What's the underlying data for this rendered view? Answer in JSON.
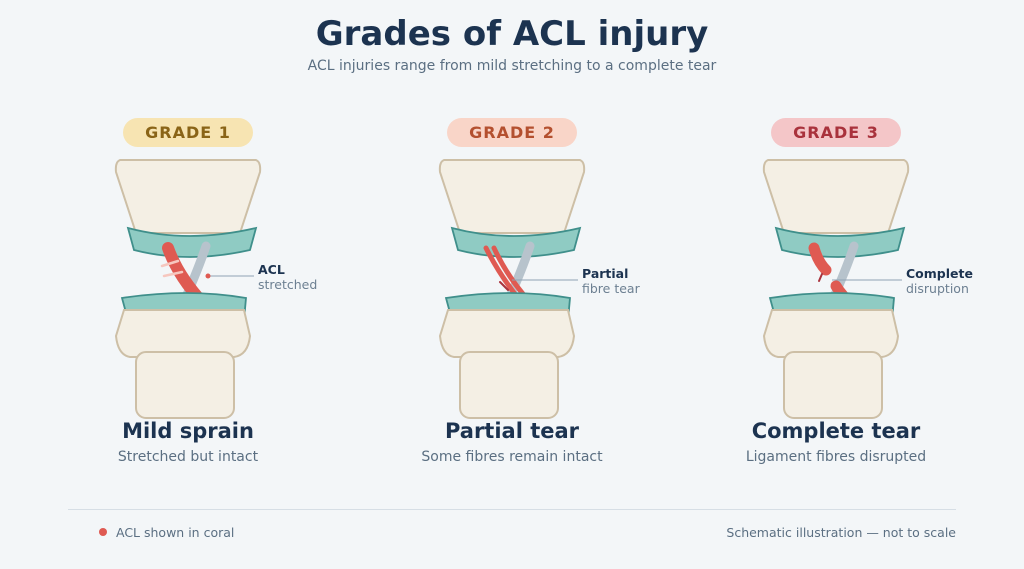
{
  "title": "Grades of ACL injury",
  "subtitle": "ACL injuries range from mild stretching to a complete tear",
  "colors": {
    "acl": "#df5a52",
    "meniscus": "#7fc5bd",
    "bone": "#f3ede1",
    "pcl": "#b7c3cc",
    "heading": "#1c3350"
  },
  "grades": [
    {
      "badge": "GRADE 1",
      "badge_bg": "#f7e4b2",
      "badge_color": "#8a6417",
      "callout_title": "ACL",
      "callout_sub": "stretched",
      "name": "Mild sprain",
      "description": "Stretched but intact"
    },
    {
      "badge": "GRADE 2",
      "badge_bg": "#f9d5c8",
      "badge_color": "#b4502f",
      "callout_title": "Partial",
      "callout_sub": "fibre tear",
      "name": "Partial tear",
      "description": "Some fibres remain intact"
    },
    {
      "badge": "GRADE 3",
      "badge_bg": "#f4c6c8",
      "badge_color": "#a9323c",
      "callout_title": "Complete",
      "callout_sub": "disruption",
      "name": "Complete tear",
      "description": "Ligament fibres disrupted"
    }
  ],
  "legend": {
    "label": "ACL shown in coral"
  },
  "footnote": "Schematic illustration — not to scale"
}
